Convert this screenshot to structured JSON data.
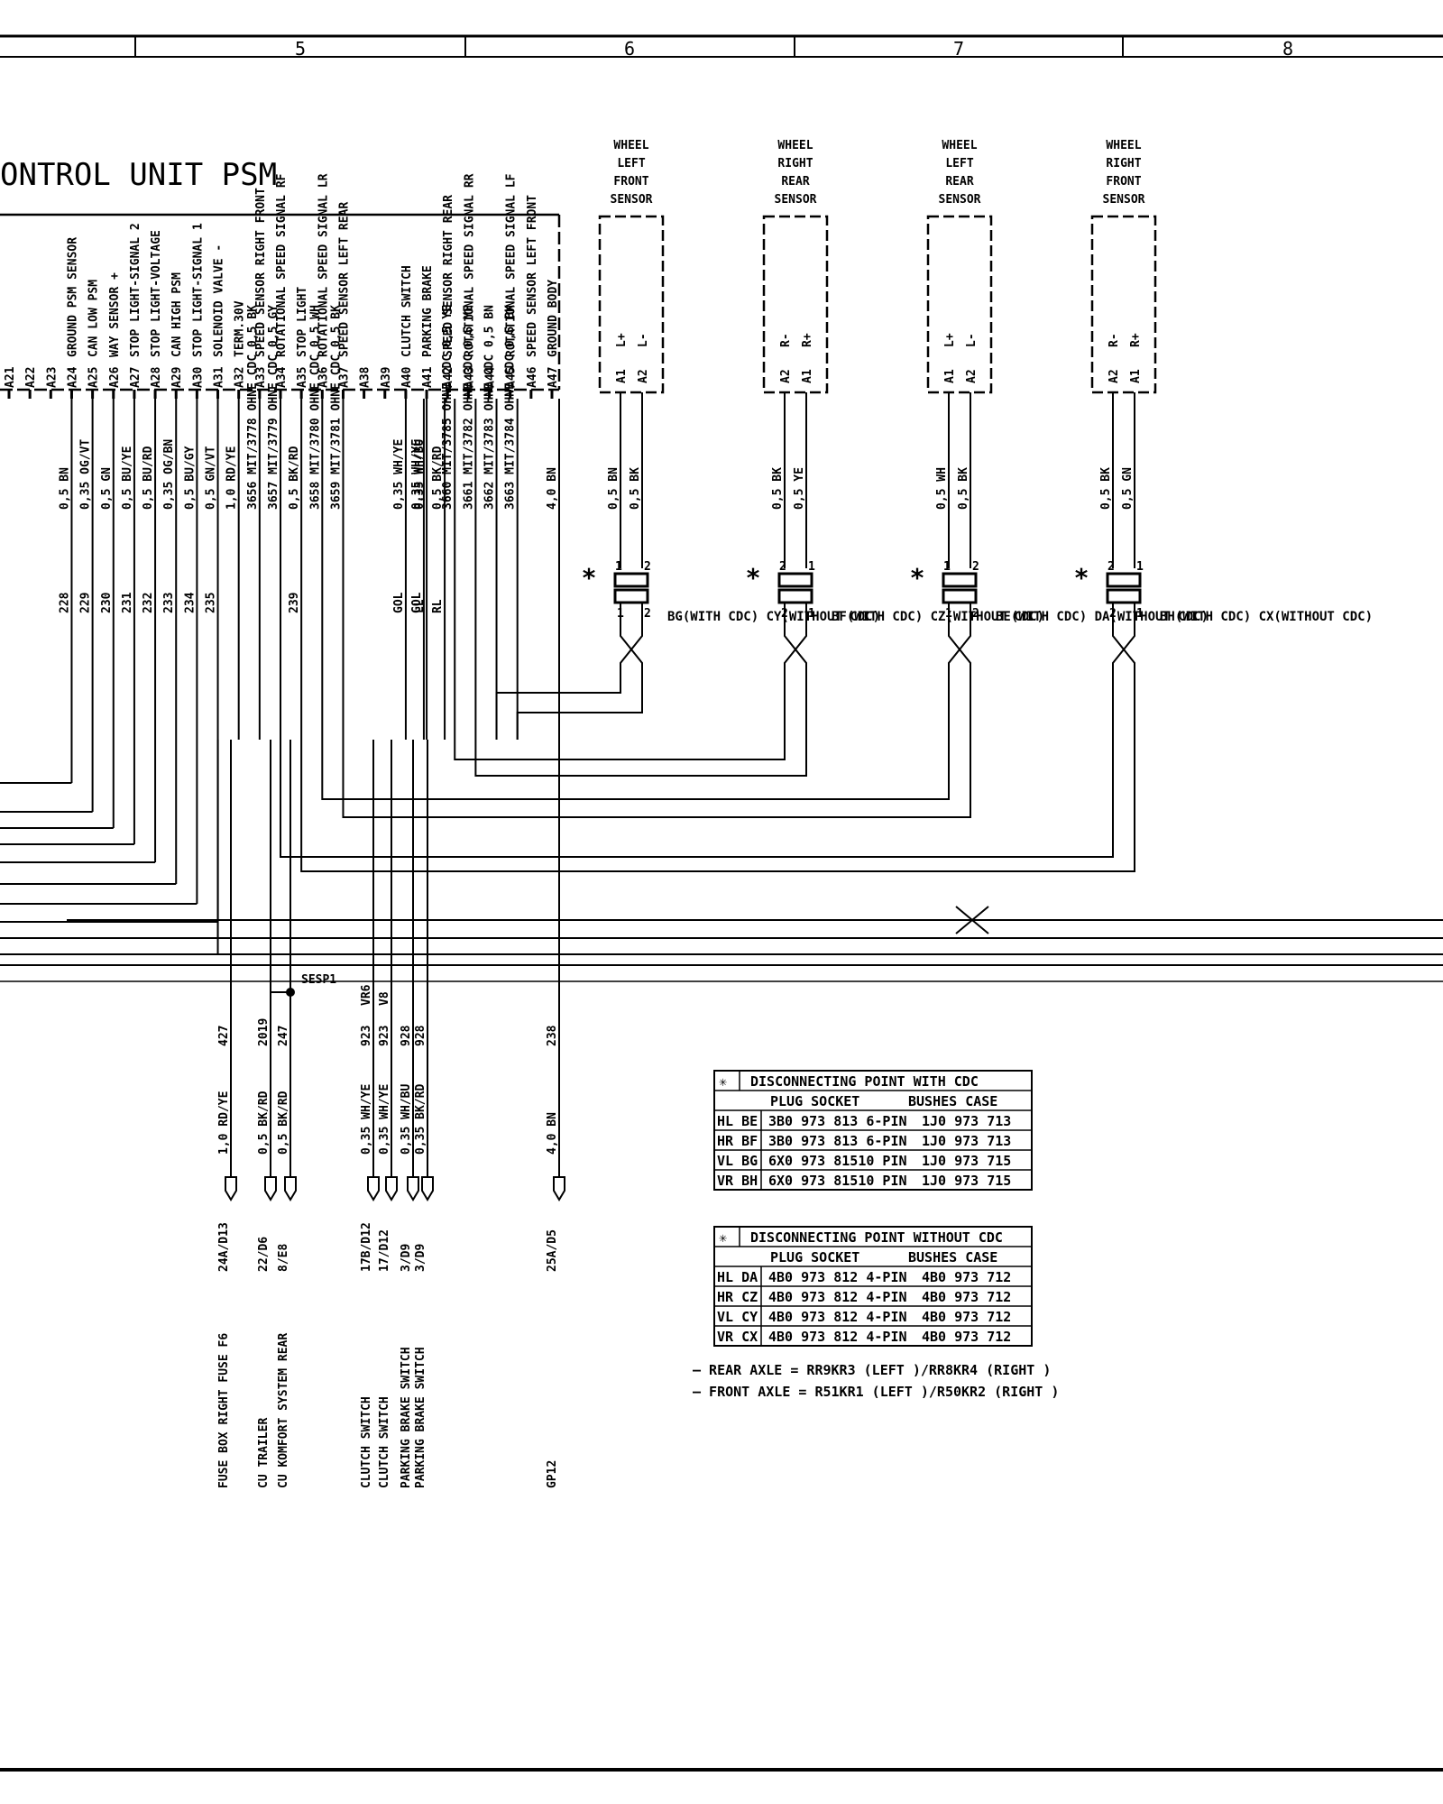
{
  "header": {
    "columns": [
      "5",
      "6",
      "7",
      "8"
    ]
  },
  "control_unit": {
    "title": "ONTROL UNIT PSM",
    "pins": [
      {
        "id": "A21",
        "label": ""
      },
      {
        "id": "A22",
        "label": ""
      },
      {
        "id": "A23",
        "label": ""
      },
      {
        "id": "A24",
        "label": "GROUND PSM SENSOR"
      },
      {
        "id": "A25",
        "label": "CAN LOW PSM"
      },
      {
        "id": "A26",
        "label": "WAY SENSOR +"
      },
      {
        "id": "A27",
        "label": "STOP LIGHT-SIGNAL 2"
      },
      {
        "id": "A28",
        "label": "STOP LIGHT-VOLTAGE"
      },
      {
        "id": "A29",
        "label": "CAN HIGH PSM"
      },
      {
        "id": "A30",
        "label": "STOP LIGHT-SIGNAL 1"
      },
      {
        "id": "A31",
        "label": "SOLENOID VALVE -"
      },
      {
        "id": "A32",
        "label": "TERM.30V"
      },
      {
        "id": "A33",
        "label": "SPEED SENSOR RIGHT FRONT"
      },
      {
        "id": "A34",
        "label": "ROTATIONAL SPEED SIGNAL RF"
      },
      {
        "id": "A35",
        "label": "STOP LIGHT"
      },
      {
        "id": "A36",
        "label": "ROTATIONAL SPEED SIGNAL LR"
      },
      {
        "id": "A37",
        "label": "SPEED SENSOR LEFT REAR"
      },
      {
        "id": "A38",
        "label": ""
      },
      {
        "id": "A39",
        "label": ""
      },
      {
        "id": "A40",
        "label": "CLUTCH SWITCH"
      },
      {
        "id": "A41",
        "label": "PARKING BRAKE"
      },
      {
        "id": "A42",
        "label": "SPEED SENSOR RIGHT REAR"
      },
      {
        "id": "A43",
        "label": "ROTATIONAL SPEED SIGNAL RR"
      },
      {
        "id": "A44",
        "label": ""
      },
      {
        "id": "A45",
        "label": "ROTATIONAL SPEED SIGNAL LF"
      },
      {
        "id": "A46",
        "label": "SPEED SENSOR LEFT FRONT"
      },
      {
        "id": "A47",
        "label": "GROUND BODY"
      }
    ]
  },
  "upper_wires": [
    {
      "color": "0,5 BN",
      "num": "228"
    },
    {
      "color": "0,35 OG/VT",
      "num": "229"
    },
    {
      "color": "0,5 GN",
      "num": "230"
    },
    {
      "color": "0,5 BU/YE",
      "num": "231"
    },
    {
      "color": "0,5 BU/RD",
      "num": "232"
    },
    {
      "color": "0,35 OG/BN",
      "num": "233"
    },
    {
      "color": "0,5 BU/GY",
      "num": "234"
    },
    {
      "color": "0,5 GN/VT",
      "num": "235"
    },
    {
      "color": "1,0 RD/YE",
      "num": ""
    },
    {
      "color": "3656 MIT/3778 OHNE CDC 0,5 BK",
      "num": ""
    },
    {
      "color": "3657 MIT/3779 OHNE CDC 0,5 GY",
      "num": ""
    },
    {
      "color": "0,5 BK/RD",
      "num": "239"
    },
    {
      "color": "3658 MIT/3780 OHNE CDC 0,5 WH",
      "num": ""
    },
    {
      "color": "3659 MIT/3781 OHNE CDC 0,5 BK",
      "num": ""
    },
    {
      "color": "0,35 WH/YE",
      "num": "GOL"
    },
    {
      "color": "0,35 WH/YE",
      "num": "GOL"
    },
    {
      "color": "0,35 WH/BU",
      "num": "LL"
    },
    {
      "color": "0,5 BK/RD",
      "num": "RL"
    },
    {
      "color": "3660 MIT/3785 OHNE CDC 0,5 YE",
      "num": ""
    },
    {
      "color": "3661 MIT/3782 OHNE CDC 0,5 YE",
      "num": ""
    },
    {
      "color": "3662 MIT/3783 OHNE CDC 0,5 BN",
      "num": ""
    },
    {
      "color": "3663 MIT/3784 OHNE CDC 0,5 BK",
      "num": ""
    },
    {
      "color": "4,0 BN",
      "num": ""
    }
  ],
  "extra_labels": [
    "GOL",
    "GOL"
  ],
  "sensors": [
    {
      "name": "WHEEL LEFT FRONT SENSOR",
      "pin_a": "A1",
      "sig_a": "L+",
      "pin_b": "A2",
      "sig_b": "L-",
      "wire_a": "0,5 BN",
      "wire_b": "0,5 BK",
      "conn": "BG(WITH CDC) CY(WITHOUT CDC)",
      "cp1": "1",
      "cp2": "2"
    },
    {
      "name": "WHEEL RIGHT REAR SENSOR",
      "pin_a": "A2",
      "sig_a": "R-",
      "pin_b": "A1",
      "sig_b": "R+",
      "wire_a": "0,5 BK",
      "wire_b": "0,5 YE",
      "conn": "BF(WITH CDC) CZ(WITHOUT CDC)",
      "cp1": "2",
      "cp2": "1"
    },
    {
      "name": "WHEEL LEFT REAR SENSOR",
      "pin_a": "A1",
      "sig_a": "L+",
      "pin_b": "A2",
      "sig_b": "L-",
      "wire_a": "0,5 WH",
      "wire_b": "0,5 BK",
      "conn": "BE(WITH CDC) DA(WITHOUT CDC)",
      "cp1": "1",
      "cp2": "2"
    },
    {
      "name": "WHEEL RIGHT FRONT SENSOR",
      "pin_a": "A2",
      "sig_a": "R-",
      "pin_b": "A1",
      "sig_b": "R+",
      "wire_a": "0,5 BK",
      "wire_b": "0,5 GN",
      "conn": "BH(WITH CDC) CX(WITHOUT CDC)",
      "cp1": "2",
      "cp2": "1"
    }
  ],
  "splice": "SESP1",
  "lower_wires": [
    {
      "vr": "",
      "num": "427",
      "color": "1,0 RD/YE",
      "ref": "24A/D13",
      "dest": "FUSE BOX RIGHT FUSE F6"
    },
    {
      "vr": "",
      "num": "2019",
      "color": "0,5 BK/RD",
      "ref": "22/D6",
      "dest": "CU TRAILER"
    },
    {
      "vr": "",
      "num": "247",
      "color": "0,5 BK/RD",
      "ref": "8/E8",
      "dest": "CU KOMFORT SYSTEM REAR"
    },
    {
      "vr": "VR6",
      "num": "923",
      "color": "0,35 WH/YE",
      "ref": "17B/D12",
      "dest": "CLUTCH SWITCH"
    },
    {
      "vr": "V8",
      "num": "923",
      "color": "0,35 WH/YE",
      "ref": "17/D12",
      "dest": "CLUTCH SWITCH"
    },
    {
      "vr": "",
      "num": "928",
      "color": "0,35 WH/BU",
      "ref": "3/D9",
      "dest": "PARKING BRAKE SWITCH"
    },
    {
      "vr": "",
      "num": "928",
      "color": "0,35 BK/RD",
      "ref": "3/D9",
      "dest": "PARKING BRAKE SWITCH"
    },
    {
      "vr": "",
      "num": "238",
      "color": "4,0 BN",
      "ref": "25A/D5",
      "dest": "GP12"
    }
  ],
  "table_with_cdc": {
    "star": "✳",
    "title": "DISCONNECTING POINT WITH CDC",
    "headers": [
      "PLUG SOCKET",
      "BUSHES CASE"
    ],
    "rows": [
      [
        "HL BE",
        "3B0 973 813 6-PIN",
        "1J0 973 713"
      ],
      [
        "HR BF",
        "3B0 973 813 6-PIN",
        "1J0 973 713"
      ],
      [
        "VL BG",
        "6X0 973 81510 PIN",
        "1J0 973 715"
      ],
      [
        "VR BH",
        "6X0 973 81510 PIN",
        "1J0 973 715"
      ]
    ]
  },
  "table_without_cdc": {
    "star": "✳",
    "title": "DISCONNECTING POINT WITHOUT CDC",
    "headers": [
      "PLUG SOCKET",
      "BUSHES CASE"
    ],
    "rows": [
      [
        "HL DA",
        "4B0 973 812 4-PIN",
        "4B0 973 712"
      ],
      [
        "HR CZ",
        "4B0 973 812 4-PIN",
        "4B0 973 712"
      ],
      [
        "VL CY",
        "4B0 973 812 4-PIN",
        "4B0 973 712"
      ],
      [
        "VR CX",
        "4B0 973 812 4-PIN",
        "4B0 973 712"
      ]
    ]
  },
  "notes": [
    "— REAR AXLE = RR9KR3 (LEFT )/RR8KR4 (RIGHT )",
    "— FRONT AXLE = R51KR1 (LEFT )/R50KR2 (RIGHT )"
  ]
}
